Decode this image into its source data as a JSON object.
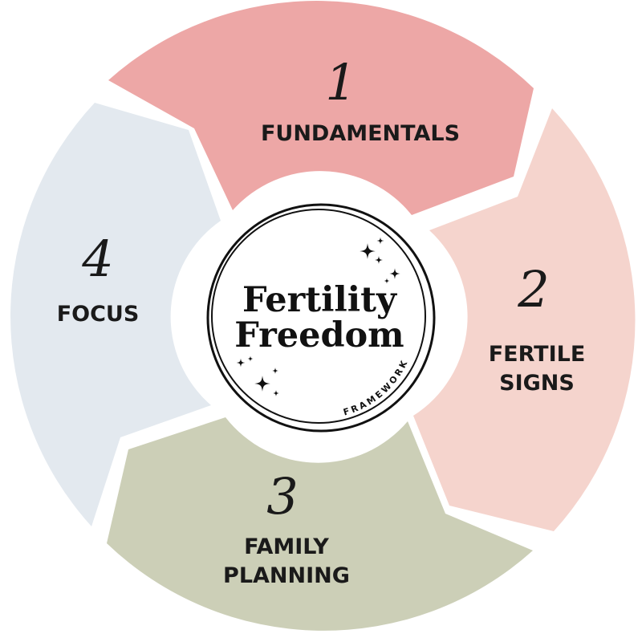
{
  "colors": {
    "background": "#ffffff",
    "segment_1": "#eda7a6",
    "segment_2": "#f5d4cd",
    "segment_3": "#cccfb7",
    "segment_4": "#e3e9ef",
    "text": "#1a1a1a"
  },
  "center": {
    "title_line1": "Fertility",
    "title_line2": "Freedom",
    "subtitle": "FRAMEWORK"
  },
  "segments": [
    {
      "number": "1",
      "label_lines": [
        "FUNDAMENTALS"
      ]
    },
    {
      "number": "2",
      "label_lines": [
        "FERTILE",
        "SIGNS"
      ]
    },
    {
      "number": "3",
      "label_lines": [
        "FAMILY",
        "PLANNING"
      ]
    },
    {
      "number": "4",
      "label_lines": [
        "FOCUS"
      ]
    }
  ],
  "icons": [
    "sparkle-icon"
  ]
}
